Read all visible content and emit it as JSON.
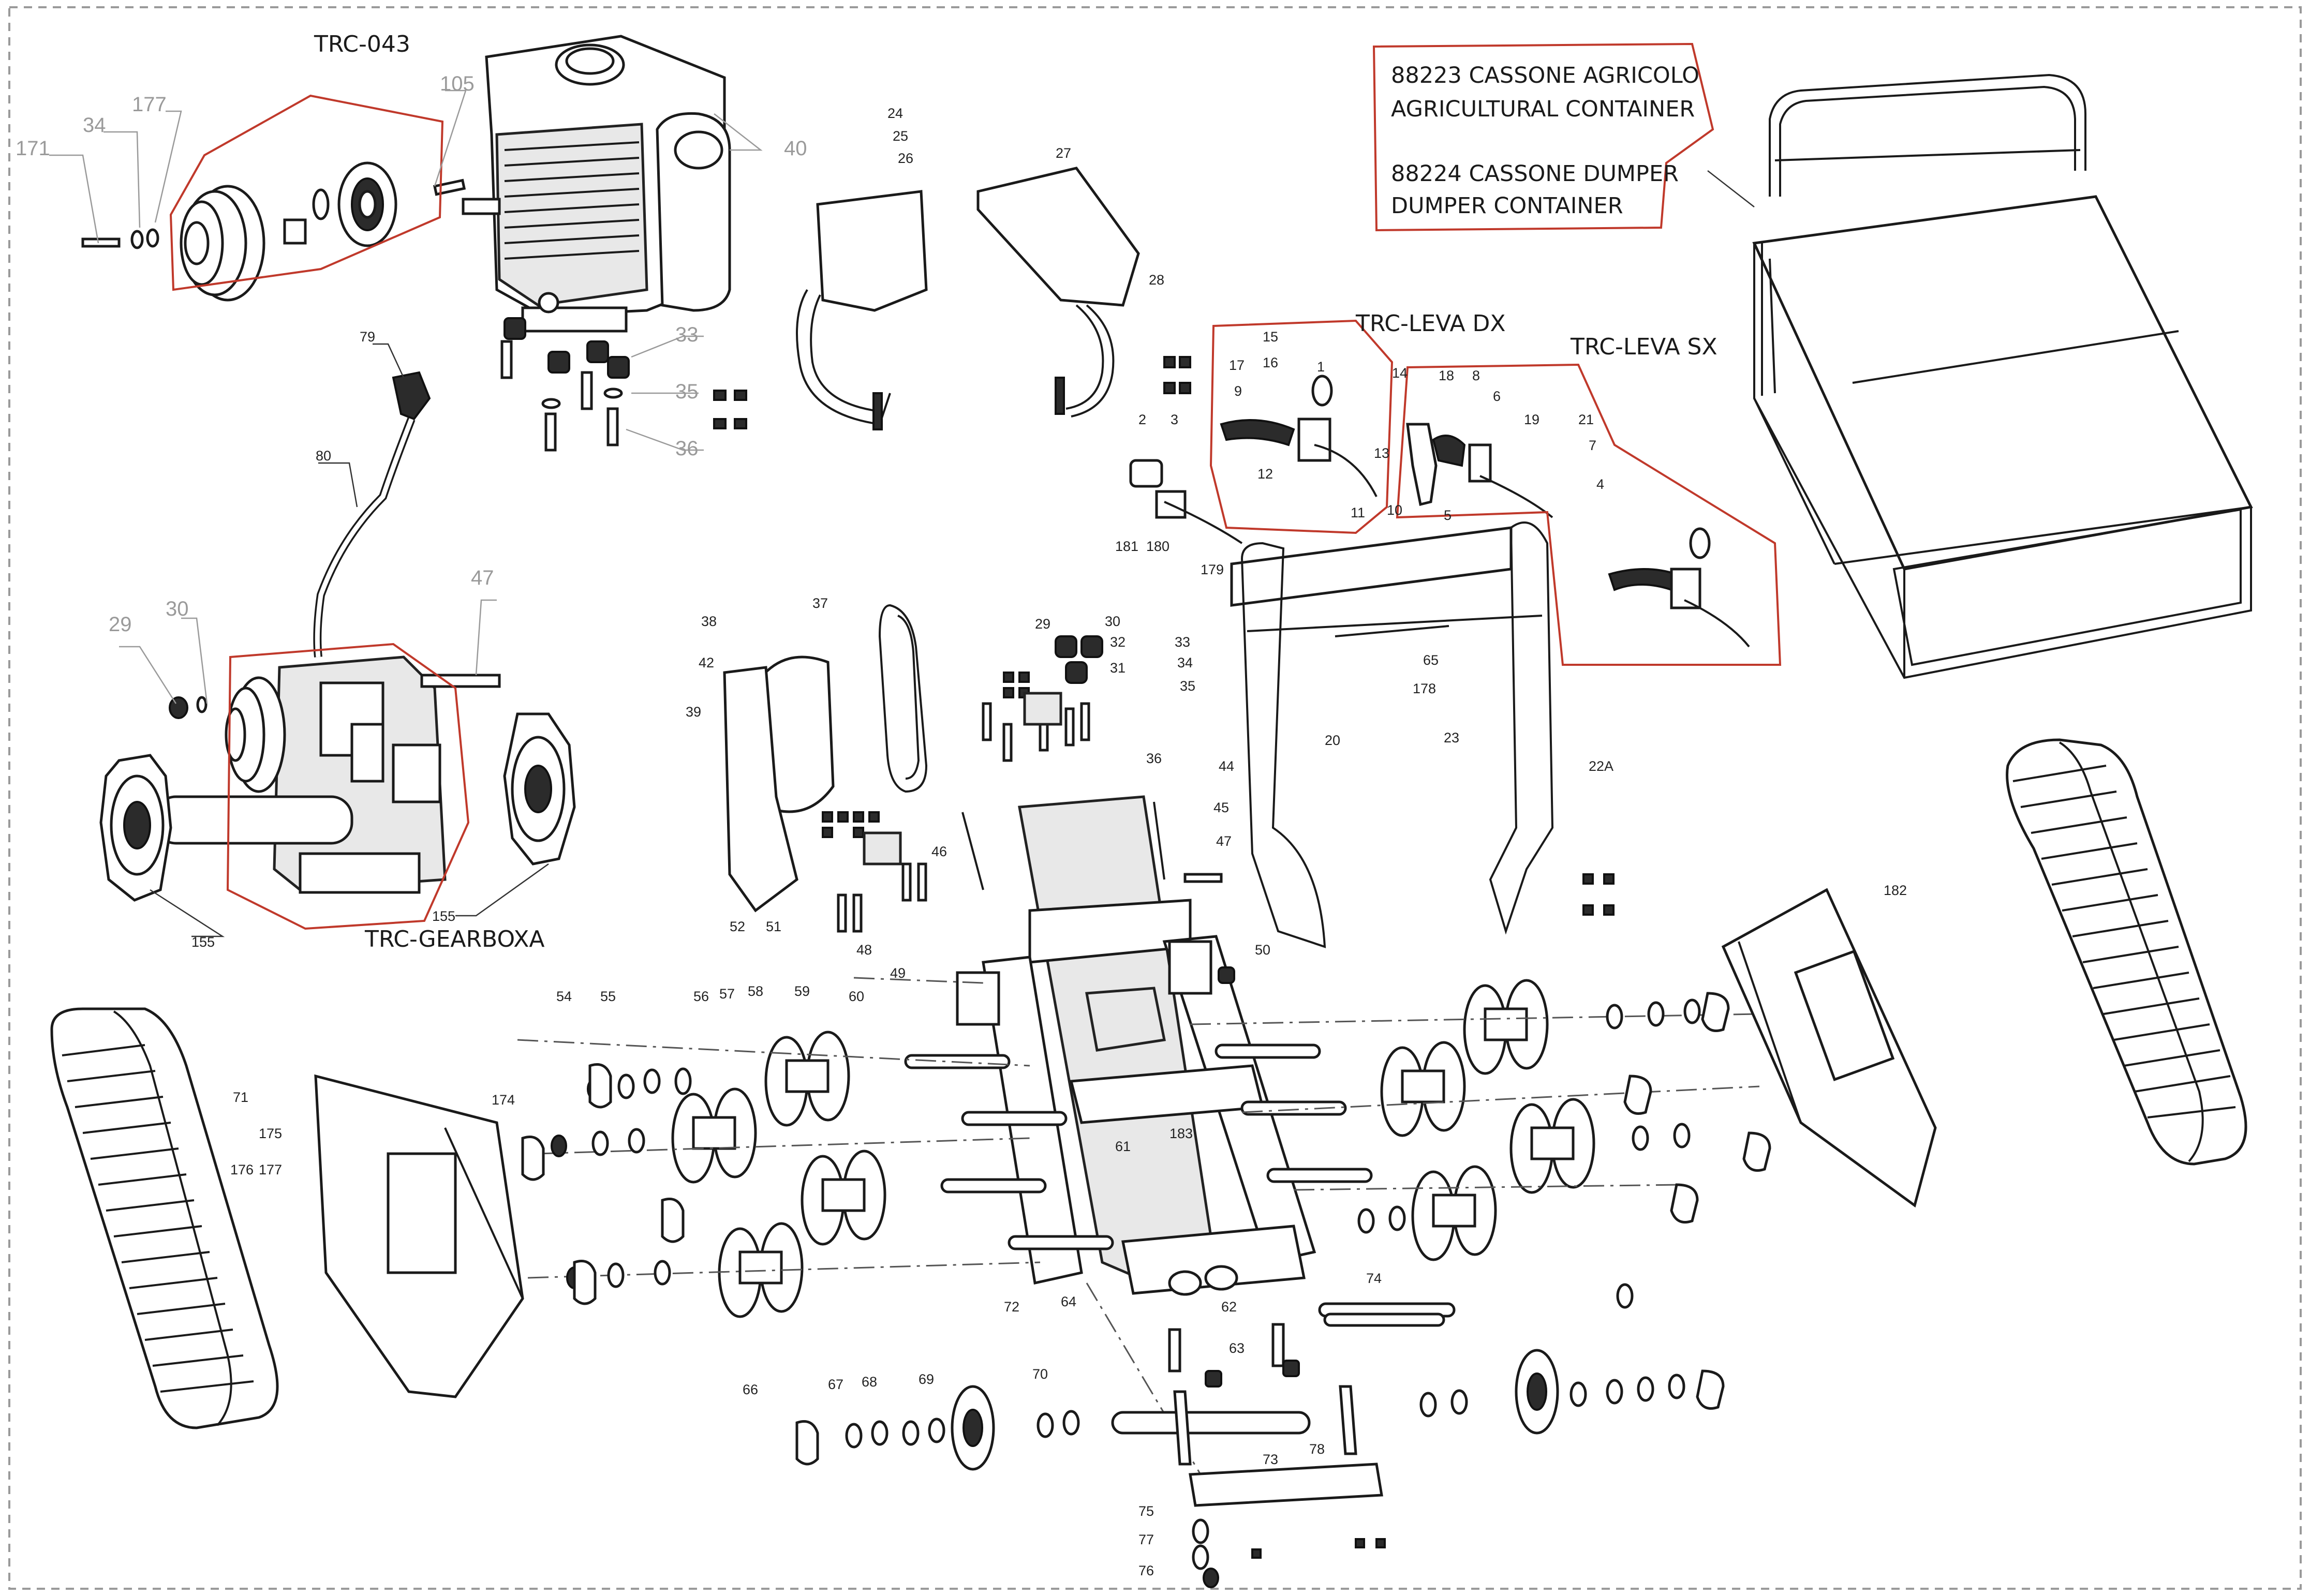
{
  "diagram": {
    "groups": [
      {
        "id": "trc-043",
        "label": "TRC-043"
      },
      {
        "id": "trc-leva-dx",
        "label": "TRC-LEVA DX"
      },
      {
        "id": "trc-leva-sx",
        "label": "TRC-LEVA SX"
      },
      {
        "id": "trc-gearboxa",
        "label": "TRC-GEARBOXA"
      }
    ],
    "container_note": [
      "88223 CASSONE AGRICOLO",
      "AGRICULTURAL CONTAINER",
      "88224 CASSONE DUMPER",
      "DUMPER CONTAINER"
    ],
    "callouts": {
      "c171": "171",
      "c34a": "34",
      "c177a": "177",
      "c105": "105",
      "c40": "40",
      "c33a": "33",
      "c35a": "35",
      "c36a": "36",
      "c79": "79",
      "c80": "80",
      "c47a": "47",
      "c29a": "29",
      "c30a": "30",
      "c155a": "155",
      "c155b": "155",
      "c24": "24",
      "c25": "25",
      "c26": "26",
      "c27": "27",
      "c28": "28",
      "c2": "2",
      "c3": "3",
      "c17": "17",
      "c15": "15",
      "c16": "16",
      "c1": "1",
      "c14": "14",
      "c9": "9",
      "c13": "13",
      "c12": "12",
      "c11": "11",
      "c10": "10",
      "c18": "18",
      "c8": "8",
      "c6": "6",
      "c19": "19",
      "c21": "21",
      "c7": "7",
      "c4": "4",
      "c5": "5",
      "c181": "181",
      "c180": "180",
      "c179": "179",
      "c65": "65",
      "c178": "178",
      "c20": "20",
      "c23": "23",
      "c22a": "22A",
      "c38": "38",
      "c37": "37",
      "c42": "42",
      "c39": "39",
      "c29b": "29",
      "c30b": "30",
      "c32": "32",
      "c31": "31",
      "c33b": "33",
      "c34b": "34",
      "c35b": "35",
      "c36b": "36",
      "c44": "44",
      "c45": "45",
      "c46": "46",
      "c47b": "47",
      "c52": "52",
      "c51": "51",
      "c48": "48",
      "c49": "49",
      "c50": "50",
      "c182": "182",
      "c54": "54",
      "c55": "55",
      "c56": "56",
      "c57": "57",
      "c58": "58",
      "c59": "59",
      "c60": "60",
      "c71": "71",
      "c174": "174",
      "c175": "175",
      "c176": "176",
      "c177b": "177",
      "c61": "61",
      "c183": "183",
      "c74": "74",
      "c72": "72",
      "c64": "64",
      "c62": "62",
      "c63": "63",
      "c66": "66",
      "c67": "67",
      "c68": "68",
      "c69": "69",
      "c70": "70",
      "c78": "78",
      "c73": "73",
      "c75": "75",
      "c77": "77",
      "c76": "76"
    }
  },
  "colors": {
    "highlight_box": "#c0392b",
    "line_art": "#1a1a1a",
    "faded_callout": "#9a9a9a",
    "background": "#ffffff"
  }
}
